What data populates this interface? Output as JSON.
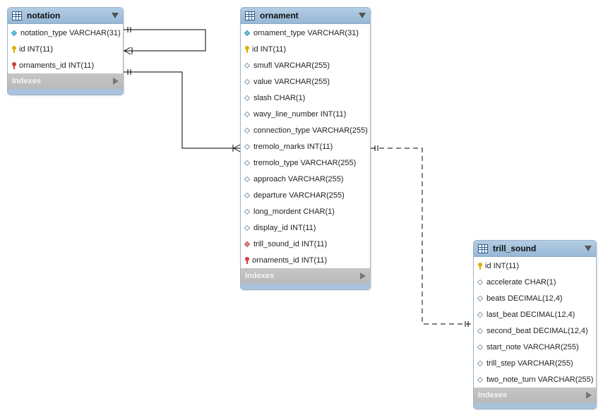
{
  "tables": [
    {
      "name": "notation",
      "indexes_label": "Indexes",
      "columns": [
        {
          "text": "notation_type VARCHAR(31)",
          "icon": "column-filled-diamond-icon"
        },
        {
          "text": "id INT(11)",
          "icon": "primary-key-icon"
        },
        {
          "text": "ornaments_id INT(11)",
          "icon": "foreign-key-icon"
        }
      ]
    },
    {
      "name": "ornament",
      "indexes_label": "Indexes",
      "columns": [
        {
          "text": "ornament_type VARCHAR(31)",
          "icon": "column-filled-diamond-icon"
        },
        {
          "text": "id INT(11)",
          "icon": "primary-key-icon"
        },
        {
          "text": "smufl VARCHAR(255)",
          "icon": "column-diamond-icon"
        },
        {
          "text": "value VARCHAR(255)",
          "icon": "column-diamond-icon"
        },
        {
          "text": "slash CHAR(1)",
          "icon": "column-diamond-icon"
        },
        {
          "text": "wavy_line_number INT(11)",
          "icon": "column-diamond-icon"
        },
        {
          "text": "connection_type VARCHAR(255)",
          "icon": "column-diamond-icon"
        },
        {
          "text": "tremolo_marks INT(11)",
          "icon": "column-diamond-icon"
        },
        {
          "text": "tremolo_type VARCHAR(255)",
          "icon": "column-diamond-icon"
        },
        {
          "text": "approach VARCHAR(255)",
          "icon": "column-diamond-icon"
        },
        {
          "text": "departure VARCHAR(255)",
          "icon": "column-diamond-icon"
        },
        {
          "text": "long_mordent CHAR(1)",
          "icon": "column-diamond-icon"
        },
        {
          "text": "display_id INT(11)",
          "icon": "column-diamond-icon"
        },
        {
          "text": "trill_sound_id INT(11)",
          "icon": "foreign-key-diamond-icon"
        },
        {
          "text": "ornaments_id INT(11)",
          "icon": "foreign-key-icon"
        }
      ]
    },
    {
      "name": "trill_sound",
      "indexes_label": "Indexes",
      "columns": [
        {
          "text": "id INT(11)",
          "icon": "primary-key-icon"
        },
        {
          "text": "accelerate CHAR(1)",
          "icon": "column-diamond-icon"
        },
        {
          "text": "beats DECIMAL(12,4)",
          "icon": "column-diamond-icon"
        },
        {
          "text": "last_beat DECIMAL(12,4)",
          "icon": "column-diamond-icon"
        },
        {
          "text": "second_beat DECIMAL(12,4)",
          "icon": "column-diamond-icon"
        },
        {
          "text": "start_note VARCHAR(255)",
          "icon": "column-diamond-icon"
        },
        {
          "text": "trill_step VARCHAR(255)",
          "icon": "column-diamond-icon"
        },
        {
          "text": "two_note_turn VARCHAR(255)",
          "icon": "column-diamond-icon"
        }
      ]
    }
  ],
  "relationships": [
    {
      "from": "notation",
      "to": "notation",
      "type": "one-to-many",
      "style": "solid"
    },
    {
      "from": "notation",
      "to": "ornament",
      "type": "one-to-many",
      "style": "solid"
    },
    {
      "from": "ornament",
      "to": "trill_sound",
      "type": "one-to-one",
      "style": "dashed"
    }
  ],
  "colors": {
    "header": "#a3c0dc",
    "indexes_bar": "#c0c0c0",
    "primary_key": "#e0b000",
    "foreign_key": "#d04040",
    "connector": "#000000"
  }
}
